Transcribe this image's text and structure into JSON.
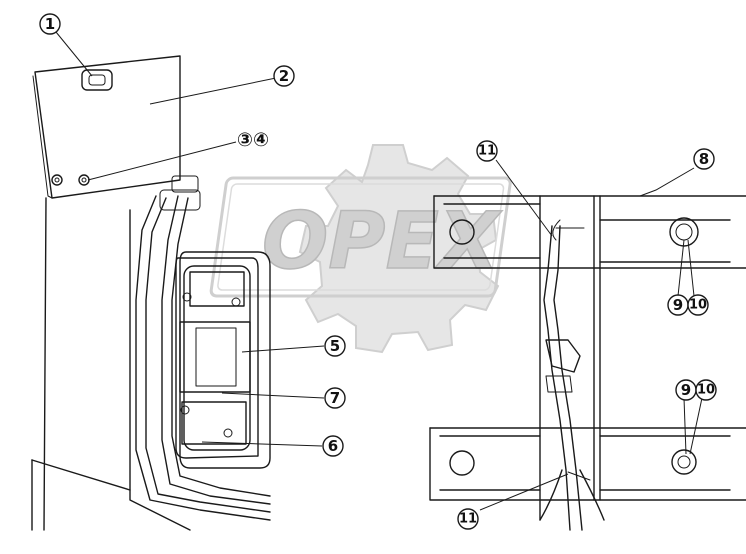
{
  "watermark": {
    "text": "OPEX"
  },
  "callouts": {
    "c1": "1",
    "c2": "2",
    "c3_4": "③④",
    "c5": "5",
    "c6": "6",
    "c7": "7",
    "c8": "8",
    "c9_top": "9",
    "c10_top": "10",
    "c9_bottom": "9",
    "c10_bottom": "10",
    "c11_top": "11",
    "c11_bottom": "11"
  }
}
